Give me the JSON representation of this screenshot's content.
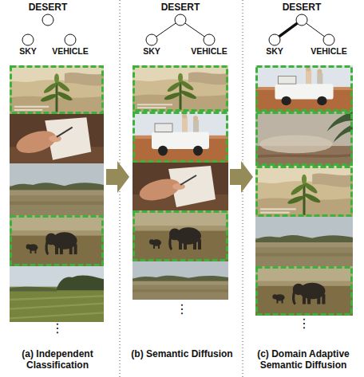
{
  "diagram": {
    "nodes": [
      {
        "text": [
          "DESERT"
        ]
      },
      {
        "text": [
          "SKY"
        ]
      },
      {
        "text": [
          "VEHICLE"
        ]
      },
      {
        "text": [
          "DESERT"
        ]
      },
      {
        "text": [
          "SKY"
        ]
      },
      {
        "text": [
          "VEHICLE"
        ]
      },
      {
        "text": [
          "DESERT"
        ]
      },
      {
        "text": [
          "SKY"
        ]
      },
      {
        "text": [
          "VEHICLE"
        ]
      }
    ],
    "edges": [
      {
        "from": 3,
        "to": 4,
        "arrow": "none"
      },
      {
        "from": 3,
        "to": 5,
        "arrow": "none"
      },
      {
        "from": 6,
        "to": 7,
        "arrow": "none"
      },
      {
        "from": 6,
        "to": 8,
        "arrow": "none"
      }
    ],
    "labels": [
      "⋮",
      "(a) Independent Classification",
      "⋮",
      "(b) Semantic Diffusion",
      "⋮",
      "(c) Domain Adaptive Semantic Diffusion"
    ]
  }
}
